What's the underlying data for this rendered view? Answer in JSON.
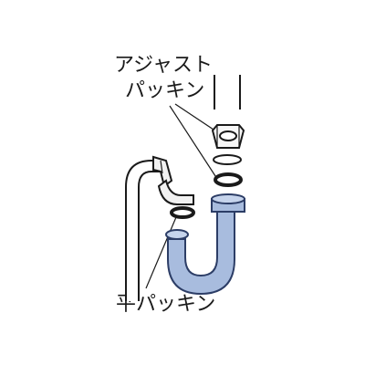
{
  "labels": {
    "adjust_line1": "アジャスト",
    "adjust_line2": "パッキン",
    "flat_packing": "平パッキン"
  },
  "colors": {
    "trap_fill": "#a8bcde",
    "trap_stroke": "#2c3d66",
    "line": "#1a1a1a",
    "nut_fill": "#f7f7f7"
  }
}
